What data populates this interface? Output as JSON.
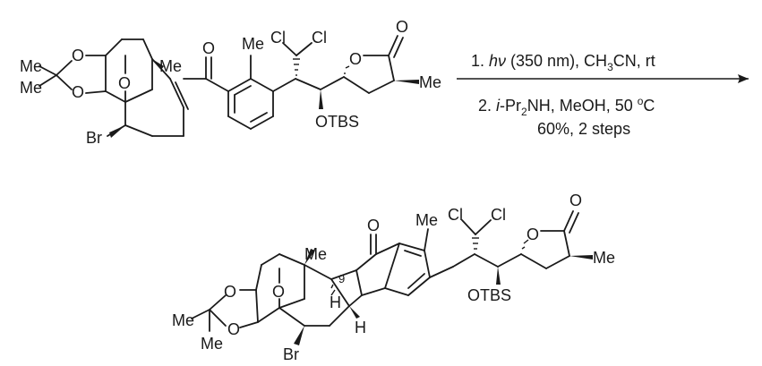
{
  "reaction": {
    "step1": {
      "prefix": "1. ",
      "hv": "hν",
      "rest": " (350 nm), CH",
      "sub": "3",
      "tail": "CN, rt"
    },
    "step2": {
      "prefix": "2. ",
      "ipr": "i",
      "rest": "-Pr",
      "sub": "2",
      "tail": "NH, MeOH, 50 ",
      "sup": "o",
      "unit": "C"
    },
    "yield": "60%, 2 steps"
  },
  "starting_material": {
    "atoms": {
      "me1": "Me",
      "me2": "Me",
      "o_ketal1": "O",
      "o_ketal2": "O",
      "o_bridge": "O",
      "me_angular": "Me",
      "br": "Br",
      "o_ketone": "O",
      "me_aryl": "Me",
      "cl1": "Cl",
      "cl2": "Cl",
      "o_lactone_ring": "O",
      "o_lactone_carbonyl": "O",
      "me_lactone": "Me",
      "otbs": "OTBS"
    }
  },
  "product": {
    "atoms": {
      "me1": "Me",
      "me2": "Me",
      "o_ketal1": "O",
      "o_ketal2": "O",
      "o_bridge": "O",
      "me_angular": "Me",
      "br": "Br",
      "o_ketone": "O",
      "me_aryl": "Me",
      "cl1": "Cl",
      "cl2": "Cl",
      "o_lactone_ring": "O",
      "o_lactone_carbonyl": "O",
      "me_lactone": "Me",
      "otbs": "OTBS",
      "h9": "H",
      "h_fusion": "H",
      "c9_label": "9"
    }
  }
}
